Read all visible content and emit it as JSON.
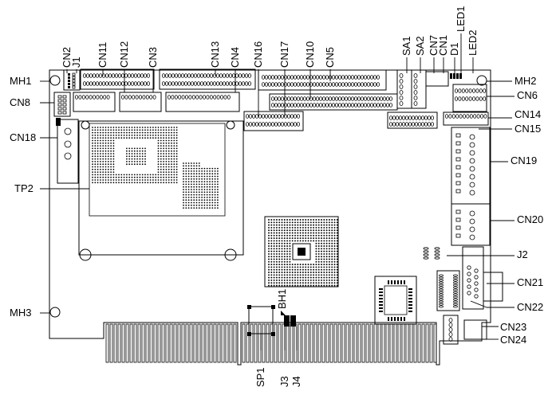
{
  "labels": {
    "left": [
      "MH1",
      "CN8",
      "CN18",
      "TP2",
      "MH3"
    ],
    "right": [
      "MH2",
      "CN6",
      "CN14",
      "CN15",
      "CN19",
      "CN20",
      "J2",
      "CN21",
      "CN22",
      "CN23",
      "CN24"
    ],
    "top": [
      "CN2",
      "J1",
      "CN11",
      "CN12",
      "CN3",
      "CN13",
      "CN4",
      "CN16",
      "CN17",
      "CN10",
      "CN5",
      "SA1",
      "SA2",
      "CN7",
      "CN1",
      "D1",
      "LED1",
      "LED2"
    ],
    "bottom": [
      "SP1",
      "J3",
      "J4"
    ],
    "chip": [
      "BH1"
    ]
  }
}
